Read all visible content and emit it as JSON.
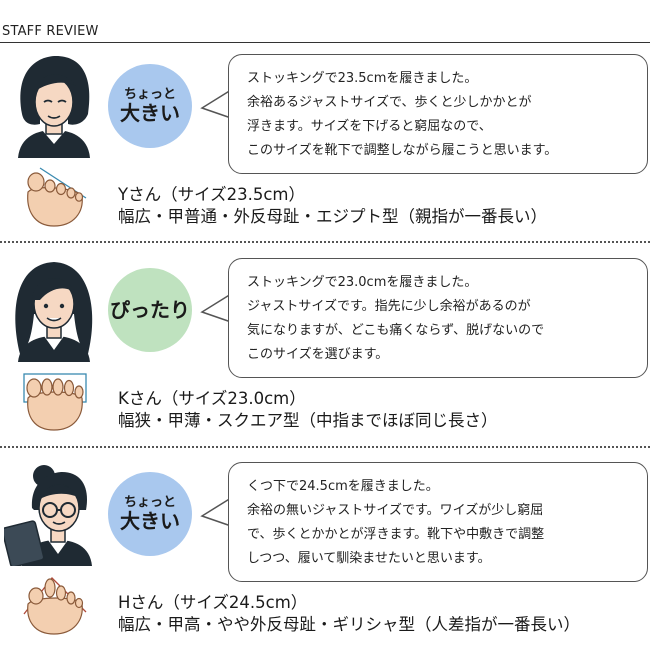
{
  "header": {
    "title": "STAFF REVIEW"
  },
  "colors": {
    "blue_badge": "#a9c8ee",
    "green_badge": "#bfe2bf",
    "hair": "#1f2a33",
    "skin": "#f6d8c3",
    "foot": "#f3cfb0"
  },
  "reviews": [
    {
      "badge": {
        "small": "ちょっと",
        "main": "大きい",
        "color": "#a9c8ee"
      },
      "comment": [
        "ストッキングで23.5cmを履きました。",
        "余裕あるジャストサイズで、歩くと少しかかとが",
        "浮きます。サイズを下げると窮屈なので、",
        "このサイズを靴下で調整しながら履こうと思います。"
      ],
      "name": "Yさん（サイズ23.5cm）",
      "feet": "幅広・甲普通・外反母趾・エジプト型（親指が一番長い）",
      "avatar_icon": "woman-bob-hair-icon",
      "foot_icon": "egyptian-foot-icon"
    },
    {
      "badge": {
        "small": "",
        "main": "ぴったり",
        "color": "#bfe2bf"
      },
      "comment": [
        "ストッキングで23.0cmを履きました。",
        "ジャストサイズです。指先に少し余裕があるのが",
        "気になりますが、どこも痛くならず、脱げないので",
        "このサイズを選びます。"
      ],
      "name": "Kさん（サイズ23.0cm）",
      "feet": "幅狭・甲薄・スクエア型（中指までほぼ同じ長さ）",
      "avatar_icon": "woman-long-hair-icon",
      "foot_icon": "square-foot-icon"
    },
    {
      "badge": {
        "small": "ちょっと",
        "main": "大きい",
        "color": "#a9c8ee"
      },
      "comment": [
        "くつ下で24.5cmを履きました。",
        "余裕の無いジャストサイズです。ワイズが少し窮屈",
        "で、歩くとかかとが浮きます。靴下や中敷きで調整",
        "しつつ、履いて馴染ませたいと思います。"
      ],
      "name": "Hさん（サイズ24.5cm）",
      "feet": "幅広・甲高・やや外反母趾・ギリシャ型（人差指が一番長い）",
      "avatar_icon": "woman-bun-glasses-icon",
      "foot_icon": "greek-foot-icon"
    }
  ]
}
